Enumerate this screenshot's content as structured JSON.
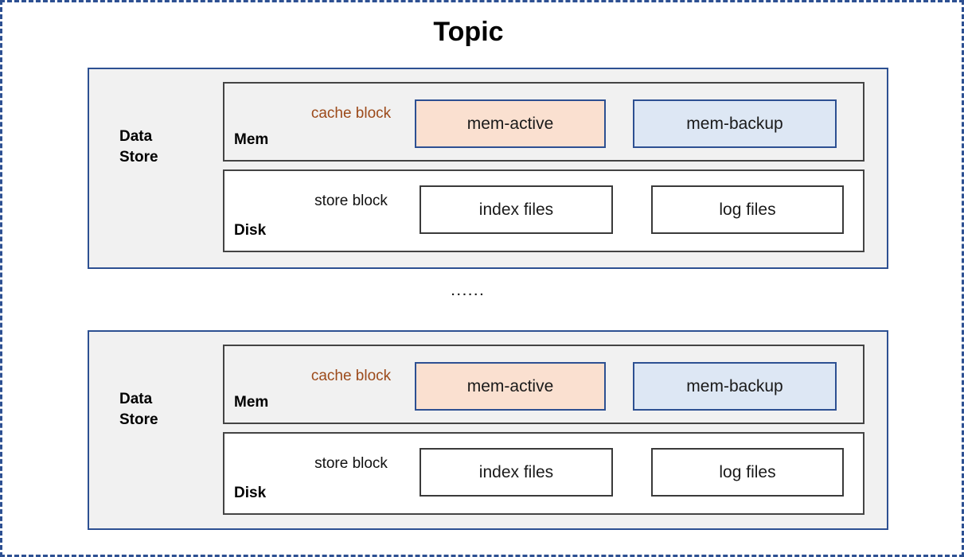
{
  "title": "Topic",
  "separator": "......",
  "colors": {
    "frame_border": "#2d5092",
    "container_border": "#2d5092",
    "container_fill": "#f1f1f1",
    "tier_border": "#444444",
    "mem_fill": "#f1f1f1",
    "disk_fill": "#ffffff",
    "mem_active_fill": "#fae0d0",
    "mem_backup_fill": "#dde7f4",
    "cache_block_text": "#9c4a1a",
    "store_block_text": "#111111"
  },
  "data_stores": [
    {
      "label": "Data\nStore",
      "tiers": [
        {
          "name": "Mem",
          "block_kind": "cache block",
          "boxes": [
            {
              "label": "mem-active"
            },
            {
              "label": "mem-backup"
            }
          ]
        },
        {
          "name": "Disk",
          "block_kind": "store block",
          "boxes": [
            {
              "label": "index files"
            },
            {
              "label": "log files"
            }
          ]
        }
      ]
    },
    {
      "label": "Data\nStore",
      "tiers": [
        {
          "name": "Mem",
          "block_kind": "cache block",
          "boxes": [
            {
              "label": "mem-active"
            },
            {
              "label": "mem-backup"
            }
          ]
        },
        {
          "name": "Disk",
          "block_kind": "store block",
          "boxes": [
            {
              "label": "index files"
            },
            {
              "label": "log files"
            }
          ]
        }
      ]
    }
  ]
}
